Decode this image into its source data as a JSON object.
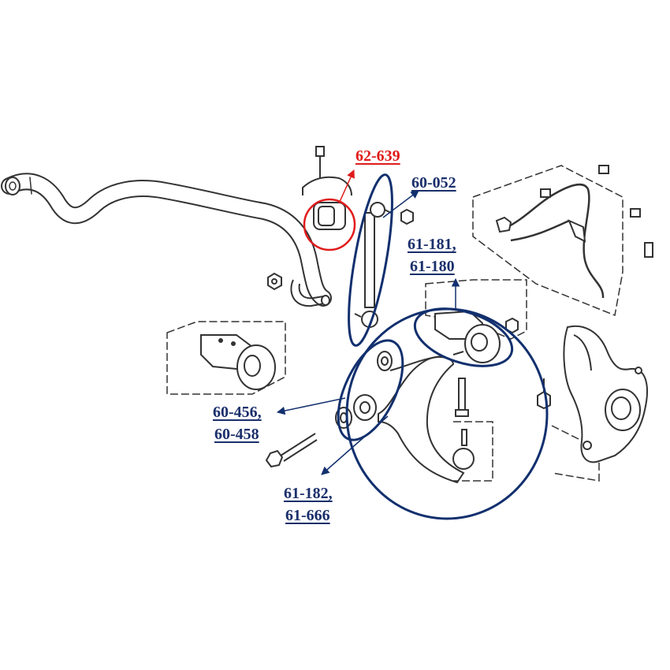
{
  "colors": {
    "highlight_red": "#e01b1b",
    "highlight_navy": "#12306e",
    "drawing_line": "#333333"
  },
  "labels": {
    "stabilizer_bushing": "62-639",
    "stabilizer_link": "60-052",
    "upper_arm_bushing_1": "61-181,",
    "upper_arm_bushing_2": "61-180",
    "front_bushing_1": "60-456,",
    "front_bushing_2": "60-458",
    "lower_arm_1": "61-182,",
    "lower_arm_2": "61-666"
  }
}
